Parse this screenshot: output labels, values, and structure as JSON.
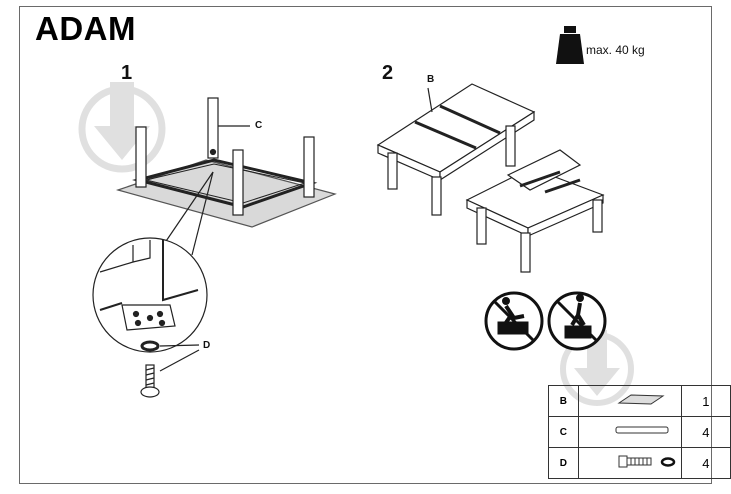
{
  "title": "ADAM",
  "steps": [
    "1",
    "2"
  ],
  "weight_label": "max. 40 kg",
  "labels": {
    "c": "C",
    "d": "D",
    "b": "B"
  },
  "parts": [
    {
      "letter": "B",
      "icon": "tabletop-leaf-icon",
      "qty": "1"
    },
    {
      "letter": "C",
      "icon": "dowel-icon",
      "qty": "4"
    },
    {
      "letter": "D",
      "icon": "bolt-washer-icon",
      "qty": "4"
    }
  ]
}
